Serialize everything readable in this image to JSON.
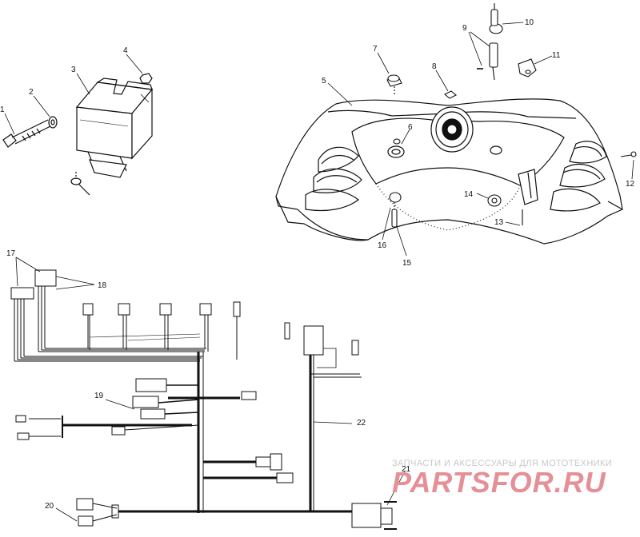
{
  "diagram": {
    "callouts": [
      "1",
      "2",
      "3",
      "4",
      "5",
      "6",
      "7",
      "8",
      "9",
      "10",
      "11",
      "12",
      "13",
      "14",
      "15",
      "16",
      "17",
      "18",
      "19",
      "20",
      "21",
      "22"
    ],
    "colors": {
      "line": "#111111",
      "watermark_text": "#c7c7c7",
      "watermark_logo": "#e58f96"
    }
  },
  "watermark": {
    "line1": "ЗАПЧАСТИ И АКСЕССУАРЫ ДЛЯ МОТОТЕХНИКИ",
    "line2": "PARTSFOR.RU"
  }
}
